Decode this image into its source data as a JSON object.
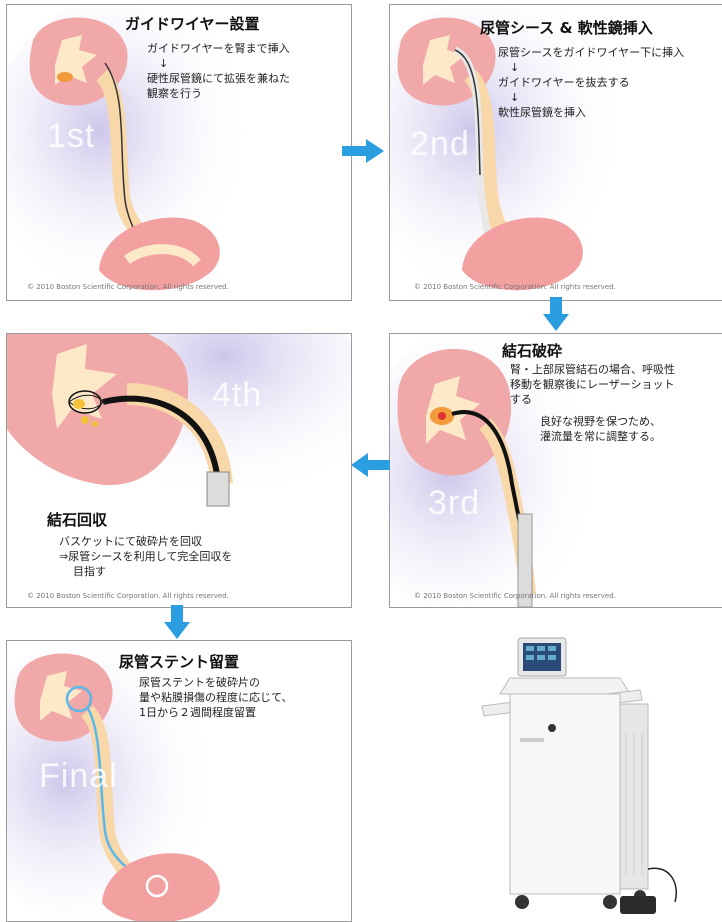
{
  "panels": {
    "p1": {
      "title": "ガイドワイヤー設置",
      "lines": [
        "ガイドワイヤーを腎まで挿入",
        "↓",
        "硬性尿管鏡にて拡張を兼ねた",
        "観察を行う"
      ],
      "step": "1st",
      "copyright": "© 2010 Boston Scientific Corporation. All rights reserved."
    },
    "p2": {
      "title": "尿管シース & 軟性鏡挿入",
      "lines": [
        "尿管シースをガイドワイヤー下に挿入",
        "↓",
        "ガイドワイヤーを抜去する",
        "↓",
        "軟性尿管鏡を挿入"
      ],
      "step": "2nd",
      "copyright": "© 2010 Boston Scientific Corporation. All rights reserved."
    },
    "p3": {
      "title": "結石破砕",
      "lines": [
        "腎・上部尿管結石の場合、呼吸性",
        "移動を観察後にレーザーショット",
        "する"
      ],
      "lines2": [
        "良好な視野を保つため、",
        "灌流量を常に調整する。"
      ],
      "step": "3rd",
      "copyright": "© 2010 Boston Scientific Corporation. All rights reserved."
    },
    "p4": {
      "title": "結石回収",
      "lines": [
        "バスケットにて破砕片を回収",
        "⇒尿管シースを利用して完全回収を",
        "目指す"
      ],
      "step": "4th",
      "copyright": "© 2010 Boston Scientific Corporation. All rights reserved."
    },
    "p5": {
      "title": "尿管ステント留置",
      "lines": [
        "尿管ステントを破砕片の",
        "量や粘膜損傷の程度に応じて、",
        "1日から２週間程度留置"
      ],
      "step": "Final"
    }
  },
  "colors": {
    "kidney": "#f0a8a8",
    "kidney_inner": "#fde8c8",
    "ureter": "#f8d8a8",
    "bladder": "#f2a0a0",
    "arrow": "#2a9ee0",
    "glow": "#c8c0e8"
  },
  "icons": {
    "flow_arrow": "right-arrow-icon",
    "device": "laser-device-illustration"
  }
}
